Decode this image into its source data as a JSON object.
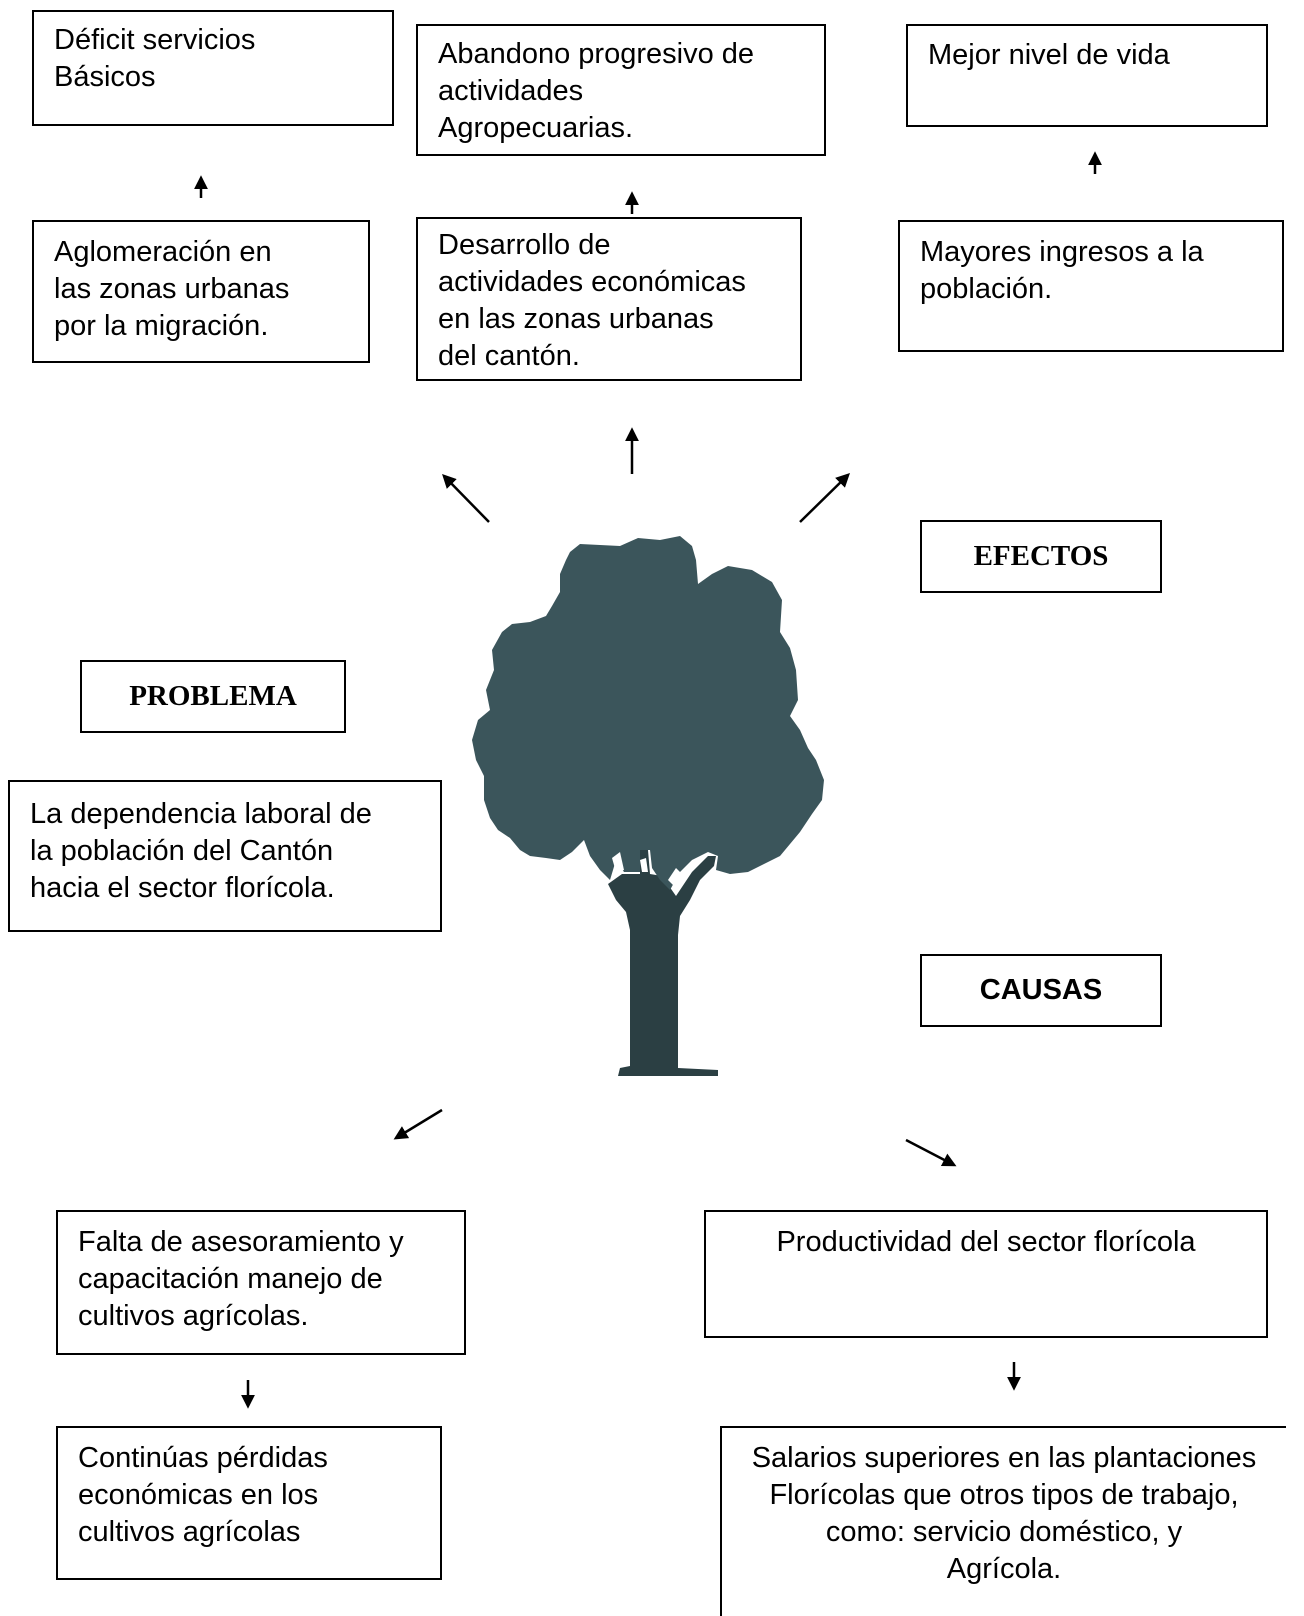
{
  "effects": {
    "label": "EFECTOS",
    "items": [
      {
        "text": "Déficit servicios\nBásicos"
      },
      {
        "text": "Abandono progresivo de\nactividades\nAgropecuarias."
      },
      {
        "text": "Mejor nivel de   vida"
      },
      {
        "text": " Aglomeración en\nlas zonas urbanas\npor  la migración."
      },
      {
        "text": "Desarrollo de\nactividades económicas\nen las zonas urbanas\ndel cantón."
      },
      {
        "text": "Mayores ingresos a la\npoblación."
      }
    ]
  },
  "problem": {
    "label": "PROBLEMA",
    "text": "La dependencia laboral de\nla población del Cantón\nhacia el sector florícola."
  },
  "causes": {
    "label": "CAUSAS",
    "items": [
      {
        "text": "Falta de asesoramiento y\ncapacitación manejo de\ncultivos agrícolas."
      },
      {
        "text": "Productividad del sector florícola"
      },
      {
        "text": "Continúas pérdidas\neconómicas en los\ncultivos agrícolas"
      },
      {
        "text": "Salarios superiores en las plantaciones\nFlorícolas que otros tipos de trabajo,\ncomo: servicio doméstico, y\nAgrícola."
      }
    ]
  },
  "colors": {
    "tree_canopy": "#3b555b",
    "tree_trunk": "#2b3f43",
    "line": "#000000"
  }
}
